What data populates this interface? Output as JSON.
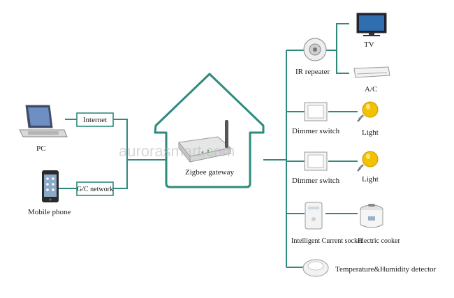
{
  "left": {
    "pc_label": "PC",
    "internet_label": "Internet",
    "network_label": "G/C network",
    "mobile_label": "Mobile phone"
  },
  "center": {
    "gateway_label": "Zigbee gateway"
  },
  "devices": {
    "ir_repeater": "IR repeater",
    "tv": "TV",
    "ac": "A/C",
    "dimmer_switch_1": "Dimmer switch",
    "light_1": "Light",
    "dimmer_switch_2": "Dimmer switch",
    "light_2": "Light",
    "current_socket": "Intelligent Current socket",
    "electric_cooker": "Electric cooker",
    "temp_detector": "Temperature&Humidity detector"
  },
  "watermark": "aurorasmart.com",
  "colors": {
    "line": "#2e8b7c",
    "bulb": "#f2c200",
    "text": "#1a1a1a"
  },
  "icons": {
    "pc": "laptop-icon",
    "mobile": "smartphone-icon",
    "gateway": "router-icon",
    "ir": "ir-repeater-icon",
    "tv": "tv-icon",
    "ac": "air-conditioner-icon",
    "dimmer": "wall-switch-icon",
    "light": "light-bulb-icon",
    "socket": "smart-socket-icon",
    "cooker": "rice-cooker-icon",
    "detector": "sensor-icon"
  }
}
